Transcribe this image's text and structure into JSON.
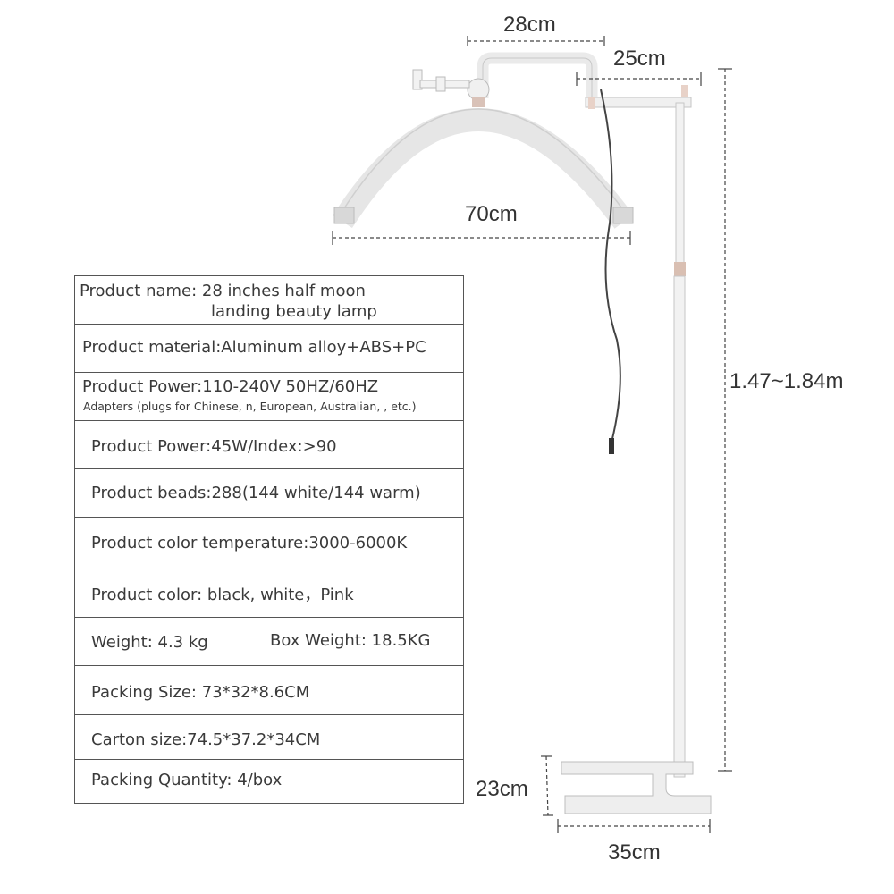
{
  "dimensions": {
    "top_arm": "28cm",
    "side_arm": "25cm",
    "arc_width": "70cm",
    "height_range": "1.47~1.84m",
    "base_depth": "23cm",
    "base_width": "35cm"
  },
  "specs": {
    "name_line1": "Product name: 28 inches half moon",
    "name_line2": "landing beauty lamp",
    "material": "Product material:Aluminum alloy+ABS+PC",
    "power_line": "Product Power:110-240V 50HZ/60HZ",
    "adapters": "Adapters (plugs for Chinese, n, European, Australian, , etc.)",
    "power_index": "Product Power:45W/Index:>90",
    "beads": "Product beads:288(144 white/144 warm)",
    "color_temp": "Product color temperature:3000-6000K",
    "color": "Product color: black, white，Pink",
    "weight": "Weight: 4.3 kg",
    "box_weight": "Box Weight: 18.5KG",
    "packing_size": "Packing Size: 73*32*8.6CM",
    "carton_size": "Carton size:74.5*37.2*34CM",
    "packing_qty": "Packing Quantity: 4/box"
  }
}
